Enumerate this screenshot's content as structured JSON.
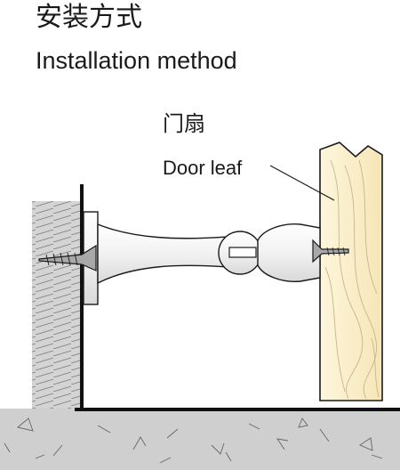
{
  "title": {
    "chinese": "安装方式",
    "english": "Installation method"
  },
  "callout": {
    "chinese": "门扇",
    "english": "Door leaf"
  },
  "colors": {
    "wall_fill": "#d4d4d4",
    "floor_fill": "#cfcfcf",
    "door_fill": "#fbf0cf",
    "hardware_fill": "#ffffff",
    "outline": "#1a1a1a"
  }
}
